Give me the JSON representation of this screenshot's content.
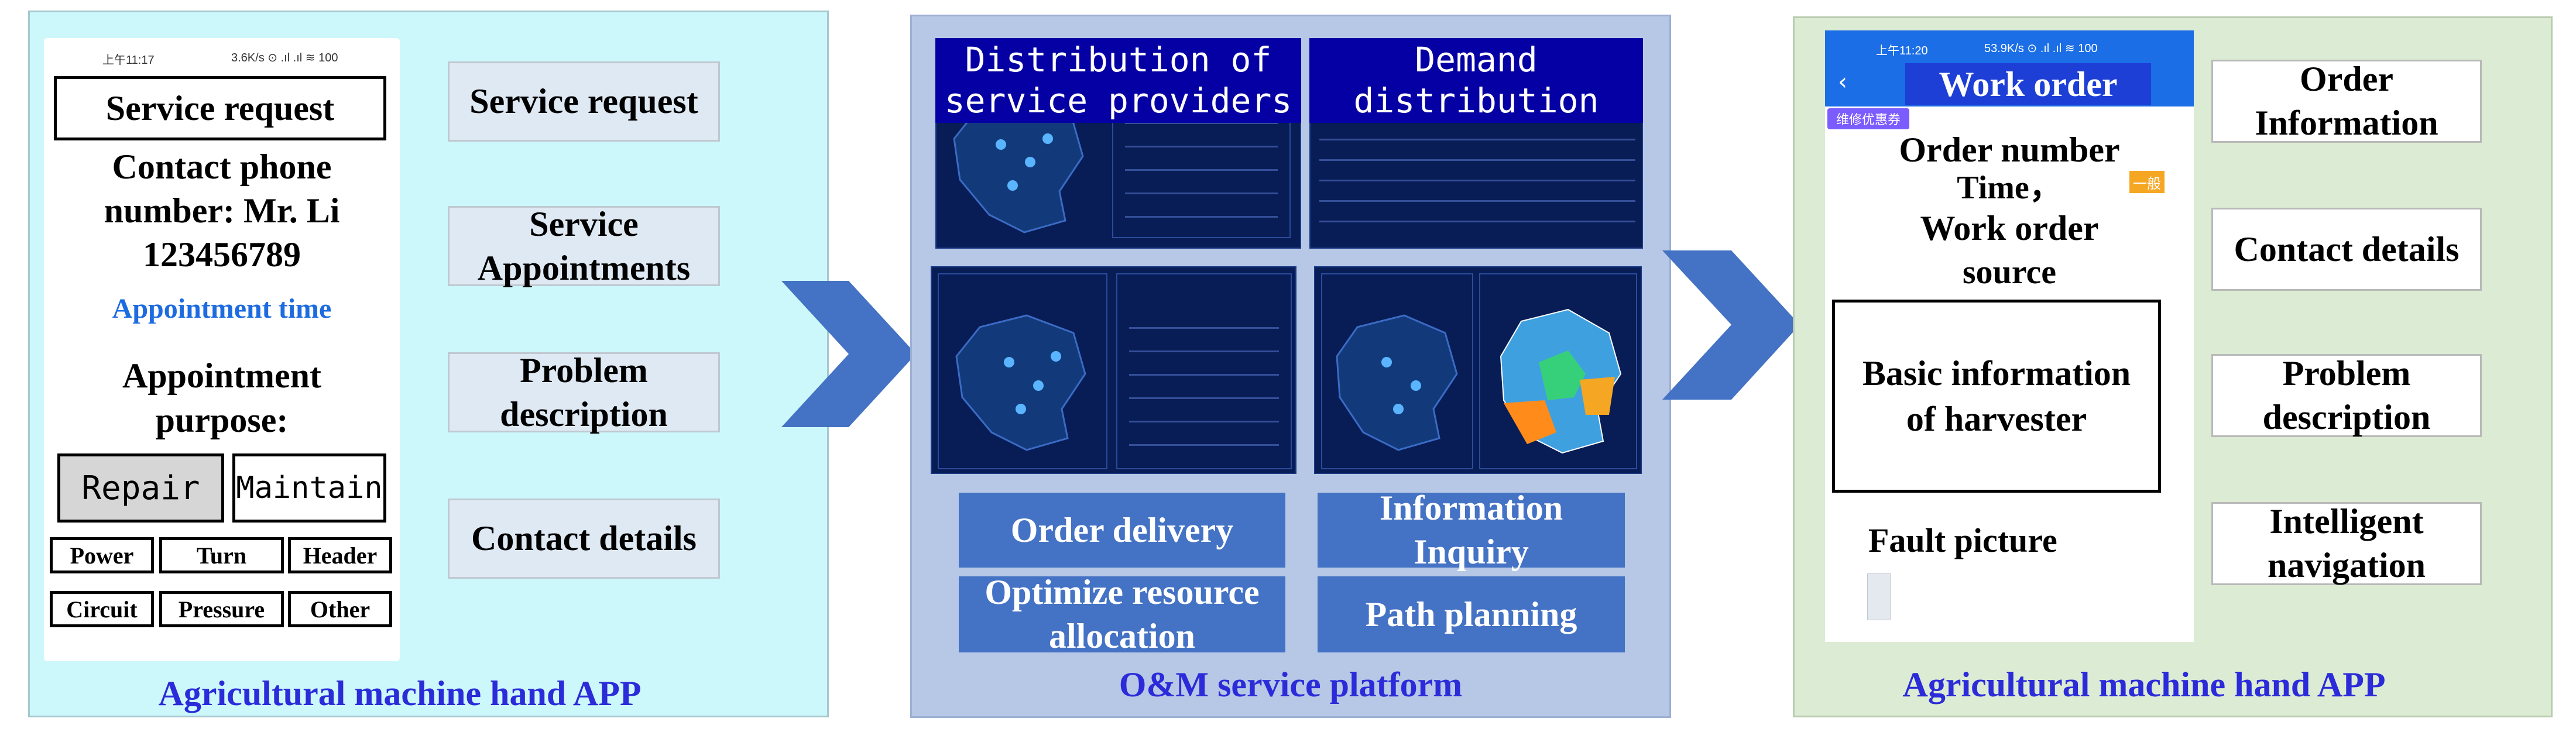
{
  "left": {
    "status_time": "上午11:17",
    "status_right": "3.6K/s ⊙ .ıl .ıl ≋ 100",
    "service_request_title": "Service request",
    "contact_line1": "Contact phone",
    "contact_line2": "number: Mr. Li",
    "contact_line3": "123456789",
    "appointment_time": "Appointment time",
    "purpose_line1": "Appointment",
    "purpose_line2": "purpose:",
    "repair": "Repair",
    "maintain": "Maintain",
    "chips": [
      "Power",
      "Turn",
      "Header",
      "Circuit",
      "Pressure",
      "Other"
    ],
    "side_boxes": [
      [
        "Service request"
      ],
      [
        "Service",
        "Appointments"
      ],
      [
        "Problem",
        "description"
      ],
      [
        "Contact details"
      ]
    ],
    "caption": "Agricultural machine hand APP"
  },
  "middle": {
    "header_left_line1": "Distribution of",
    "header_left_line2": "service providers",
    "header_right_line1": "Demand",
    "header_right_line2": "distribution",
    "btn_order_delivery": "Order delivery",
    "btn_info_line1": "Information",
    "btn_info_line2": "Inquiry",
    "btn_optimize_line1": "Optimize resource",
    "btn_optimize_line2": "allocation",
    "btn_path": "Path planning",
    "caption": "O&M service platform"
  },
  "right": {
    "status_time": "上午11:20",
    "status_right": "53.9K/s ⊙ .ıl .ıl ≋ 100",
    "title": "Work order",
    "tag": "维修优惠券",
    "order_number": "Order number",
    "time_line": "Time，",
    "source_line1": "Work order",
    "source_line2": "source",
    "badge": "一般",
    "harvester_line1": "Basic information",
    "harvester_line2": "of harvester",
    "fault_picture": "Fault picture",
    "side_boxes": [
      [
        "Order",
        "Information"
      ],
      [
        "Contact details"
      ],
      [
        "Problem",
        "description"
      ],
      [
        "Intelligent",
        "navigation"
      ]
    ],
    "caption": "Agricultural machine hand APP"
  },
  "colors": {
    "left_panel": "#ccf8fb",
    "middle_panel": "#b6c8e6",
    "right_panel": "#dcebd3",
    "caption_blue": "#2b2bd9",
    "arrow_blue": "#4472c4",
    "dashboard_navy": "#081c56",
    "header_blue": "#0500a3"
  }
}
